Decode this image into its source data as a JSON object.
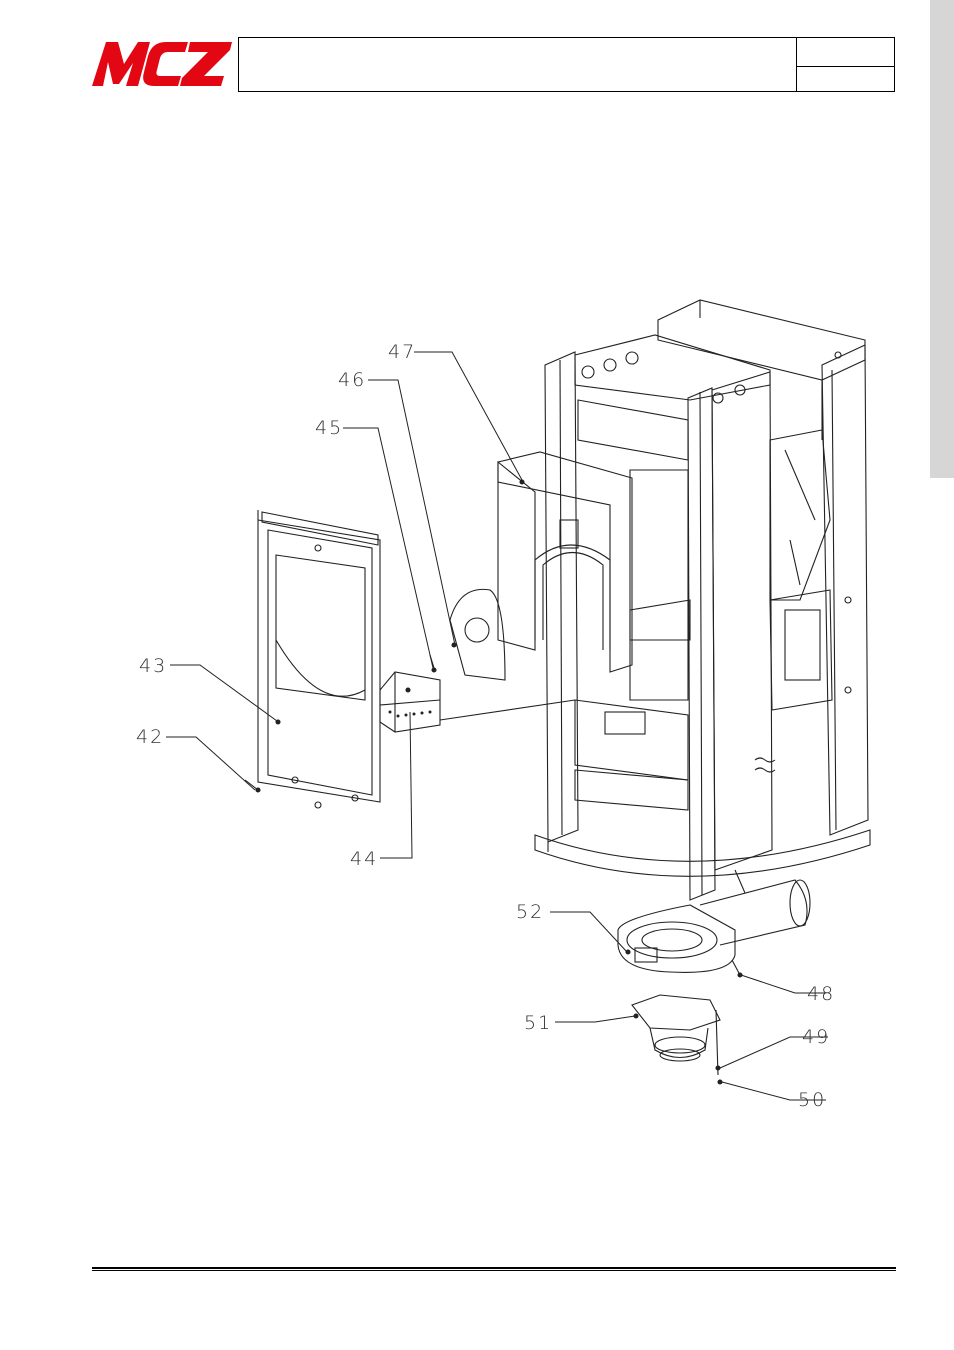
{
  "header": {
    "brand_logo": "MCZ",
    "brand_color": "#e30613",
    "title": "",
    "code_top": "",
    "code_bottom": ""
  },
  "callouts": [
    "42",
    "43",
    "44",
    "45",
    "46",
    "47",
    "48",
    "49",
    "50",
    "51",
    "52"
  ],
  "icons": [
    "mcz-logo-icon",
    "exploded-parts-diagram-icon"
  ]
}
